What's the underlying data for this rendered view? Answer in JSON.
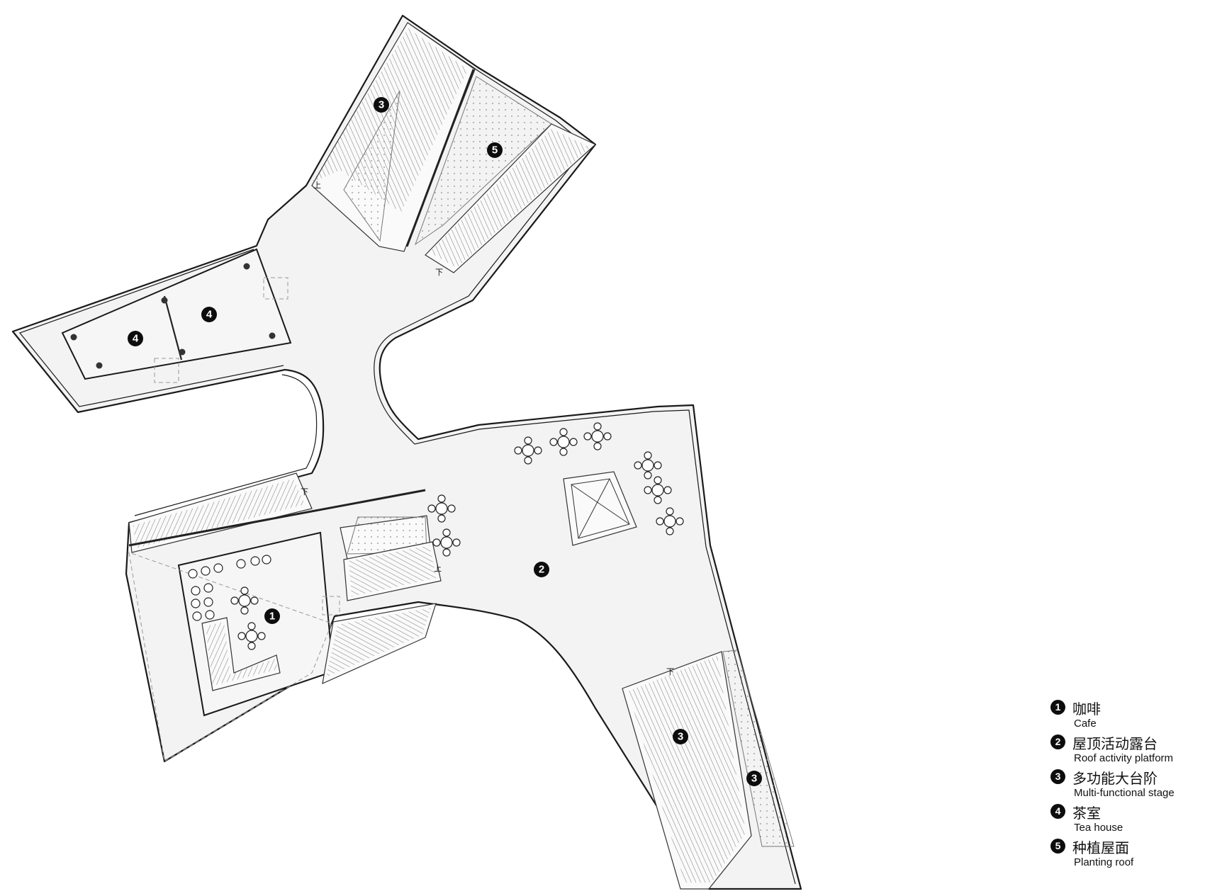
{
  "plan": {
    "markers": [
      "3",
      "5",
      "4",
      "4",
      "1",
      "2",
      "3",
      "3"
    ],
    "direction_labels": {
      "up": "上",
      "down": "下"
    }
  },
  "legend": [
    {
      "num": "1",
      "zh": "咖啡",
      "en": "Cafe"
    },
    {
      "num": "2",
      "zh": "屋顶活动露台",
      "en": "Roof activity platform"
    },
    {
      "num": "3",
      "zh": "多功能大台阶",
      "en": "Multi-functional stage"
    },
    {
      "num": "4",
      "zh": "茶室",
      "en": "Tea house"
    },
    {
      "num": "5",
      "zh": "种植屋面",
      "en": "Planting roof"
    }
  ]
}
